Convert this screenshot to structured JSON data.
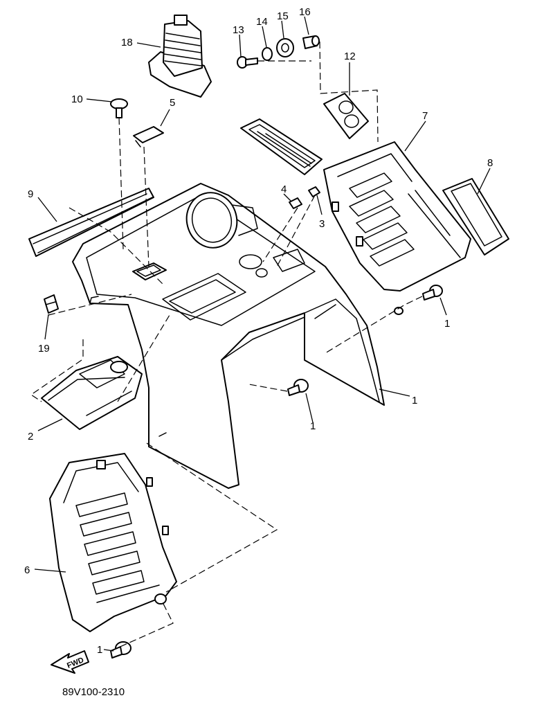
{
  "diagram": {
    "drawing_code": "89V100-2310",
    "direction_label": "FWD",
    "callouts": [
      {
        "id": "c1a",
        "number": "1"
      },
      {
        "id": "c1b",
        "number": "1"
      },
      {
        "id": "c1c",
        "number": "1"
      },
      {
        "id": "c1d",
        "number": "1"
      },
      {
        "id": "c1e",
        "number": "1"
      },
      {
        "id": "c2",
        "number": "2"
      },
      {
        "id": "c3",
        "number": "3"
      },
      {
        "id": "c4",
        "number": "4"
      },
      {
        "id": "c5",
        "number": "5"
      },
      {
        "id": "c6",
        "number": "6"
      },
      {
        "id": "c7",
        "number": "7"
      },
      {
        "id": "c8",
        "number": "8"
      },
      {
        "id": "c9",
        "number": "9"
      },
      {
        "id": "c10",
        "number": "10"
      },
      {
        "id": "c12",
        "number": "12"
      },
      {
        "id": "c13",
        "number": "13"
      },
      {
        "id": "c14",
        "number": "14"
      },
      {
        "id": "c15",
        "number": "15"
      },
      {
        "id": "c16",
        "number": "16"
      },
      {
        "id": "c18",
        "number": "18"
      },
      {
        "id": "c19",
        "number": "19"
      }
    ]
  }
}
